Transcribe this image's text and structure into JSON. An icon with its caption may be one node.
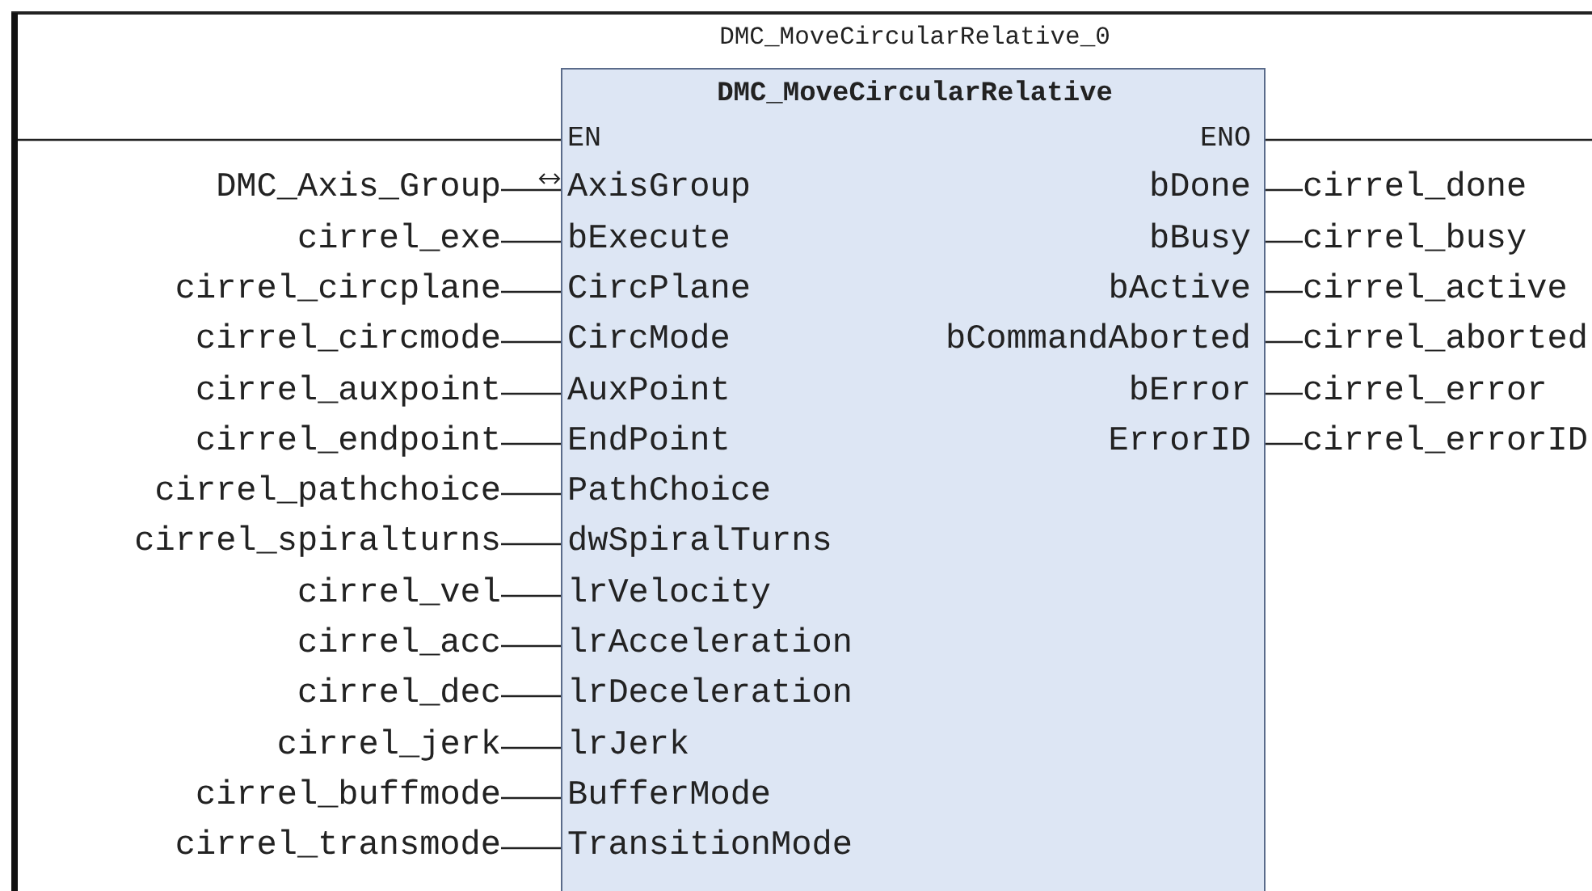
{
  "diagram": {
    "nodes": [
      {
        "text": [],
        "shape": "bar"
      },
      {
        "text": [
          "DMC_MoveCircularRelative_0",
          "DMC_MoveCircularRelative"
        ]
      },
      {
        "text": [
          "EN"
        ],
        "in": 1
      },
      {
        "text": [
          "AxisGroup"
        ],
        "in": 1
      },
      {
        "text": [
          "bExecute"
        ],
        "in": 1
      },
      {
        "text": [
          "CircPlane"
        ],
        "in": 1
      },
      {
        "text": [
          "CircMode"
        ],
        "in": 1
      },
      {
        "text": [
          "AuxPoint"
        ],
        "in": 1
      },
      {
        "text": [
          "EndPoint"
        ],
        "in": 1
      },
      {
        "text": [
          "PathChoice"
        ],
        "in": 1
      },
      {
        "text": [
          "dwSpiralTurns"
        ],
        "in": 1
      },
      {
        "text": [
          "lrVelocity"
        ],
        "in": 1
      },
      {
        "text": [
          "lrAcceleration"
        ],
        "in": 1
      },
      {
        "text": [
          "lrDeceleration"
        ],
        "in": 1
      },
      {
        "text": [
          "lrJerk"
        ],
        "in": 1
      },
      {
        "text": [
          "BufferMode"
        ],
        "in": 1
      },
      {
        "text": [
          "TransitionMode"
        ],
        "in": 1
      },
      {
        "text": [
          "ENO"
        ],
        "in": 1
      },
      {
        "text": [
          "bDone"
        ],
        "in": 1
      },
      {
        "text": [
          "bBusy"
        ],
        "in": 1
      },
      {
        "text": [
          "bActive"
        ],
        "in": 1
      },
      {
        "text": [
          "bCommandAborted"
        ],
        "in": 1
      },
      {
        "text": [
          "bError"
        ],
        "in": 1
      },
      {
        "text": [
          "ErrorID"
        ],
        "in": 1
      },
      {
        "text": [
          "DMC_Axis_Group"
        ]
      },
      {
        "text": [
          "cirrel_exe"
        ]
      },
      {
        "text": [
          "cirrel_circplane"
        ]
      },
      {
        "text": [
          "cirrel_circmode"
        ]
      },
      {
        "text": [
          "cirrel_auxpoint"
        ]
      },
      {
        "text": [
          "cirrel_endpoint"
        ]
      },
      {
        "text": [
          "cirrel_pathchoice"
        ]
      },
      {
        "text": [
          "cirrel_spiralturns"
        ]
      },
      {
        "text": [
          "cirrel_vel"
        ]
      },
      {
        "text": [
          "cirrel_acc"
        ]
      },
      {
        "text": [
          "cirrel_dec"
        ]
      },
      {
        "text": [
          "cirrel_jerk"
        ]
      },
      {
        "text": [
          "cirrel_buffmode"
        ]
      },
      {
        "text": [
          "cirrel_transmode"
        ]
      },
      {
        "text": [
          "cirrel_done"
        ]
      },
      {
        "text": [
          "cirrel_busy"
        ]
      },
      {
        "text": [
          "cirrel_active"
        ]
      },
      {
        "text": [
          "cirrel_aborted"
        ]
      },
      {
        "text": [
          "cirrel_error"
        ]
      },
      {
        "text": [
          "cirrel_errorID"
        ]
      }
    ],
    "edges": [
      {
        "from": 0,
        "to": 2,
        "arrow": "none"
      },
      {
        "from": 17,
        "to": null,
        "arrow": "none"
      },
      {
        "from": 24,
        "to": 3,
        "arrow": "none"
      },
      {
        "from": 25,
        "to": 4,
        "arrow": "none"
      },
      {
        "from": 26,
        "to": 5,
        "arrow": "none"
      },
      {
        "from": 27,
        "to": 6,
        "arrow": "none"
      },
      {
        "from": 28,
        "to": 7,
        "arrow": "none"
      },
      {
        "from": 29,
        "to": 8,
        "arrow": "none"
      },
      {
        "from": 30,
        "to": 9,
        "arrow": "none"
      },
      {
        "from": 31,
        "to": 10,
        "arrow": "none"
      },
      {
        "from": 32,
        "to": 11,
        "arrow": "none"
      },
      {
        "from": 33,
        "to": 12,
        "arrow": "none"
      },
      {
        "from": 34,
        "to": 13,
        "arrow": "none"
      },
      {
        "from": 35,
        "to": 14,
        "arrow": "none"
      },
      {
        "from": 36,
        "to": 15,
        "arrow": "none"
      },
      {
        "from": 37,
        "to": 16,
        "arrow": "none"
      },
      {
        "from": 18,
        "to": 38,
        "arrow": "none"
      },
      {
        "from": 19,
        "to": 39,
        "arrow": "none"
      },
      {
        "from": 20,
        "to": 40,
        "arrow": "none"
      },
      {
        "from": 21,
        "to": 41,
        "arrow": "none"
      },
      {
        "from": 22,
        "to": 42,
        "arrow": "none"
      },
      {
        "from": 23,
        "to": 43,
        "arrow": "none"
      }
    ]
  }
}
